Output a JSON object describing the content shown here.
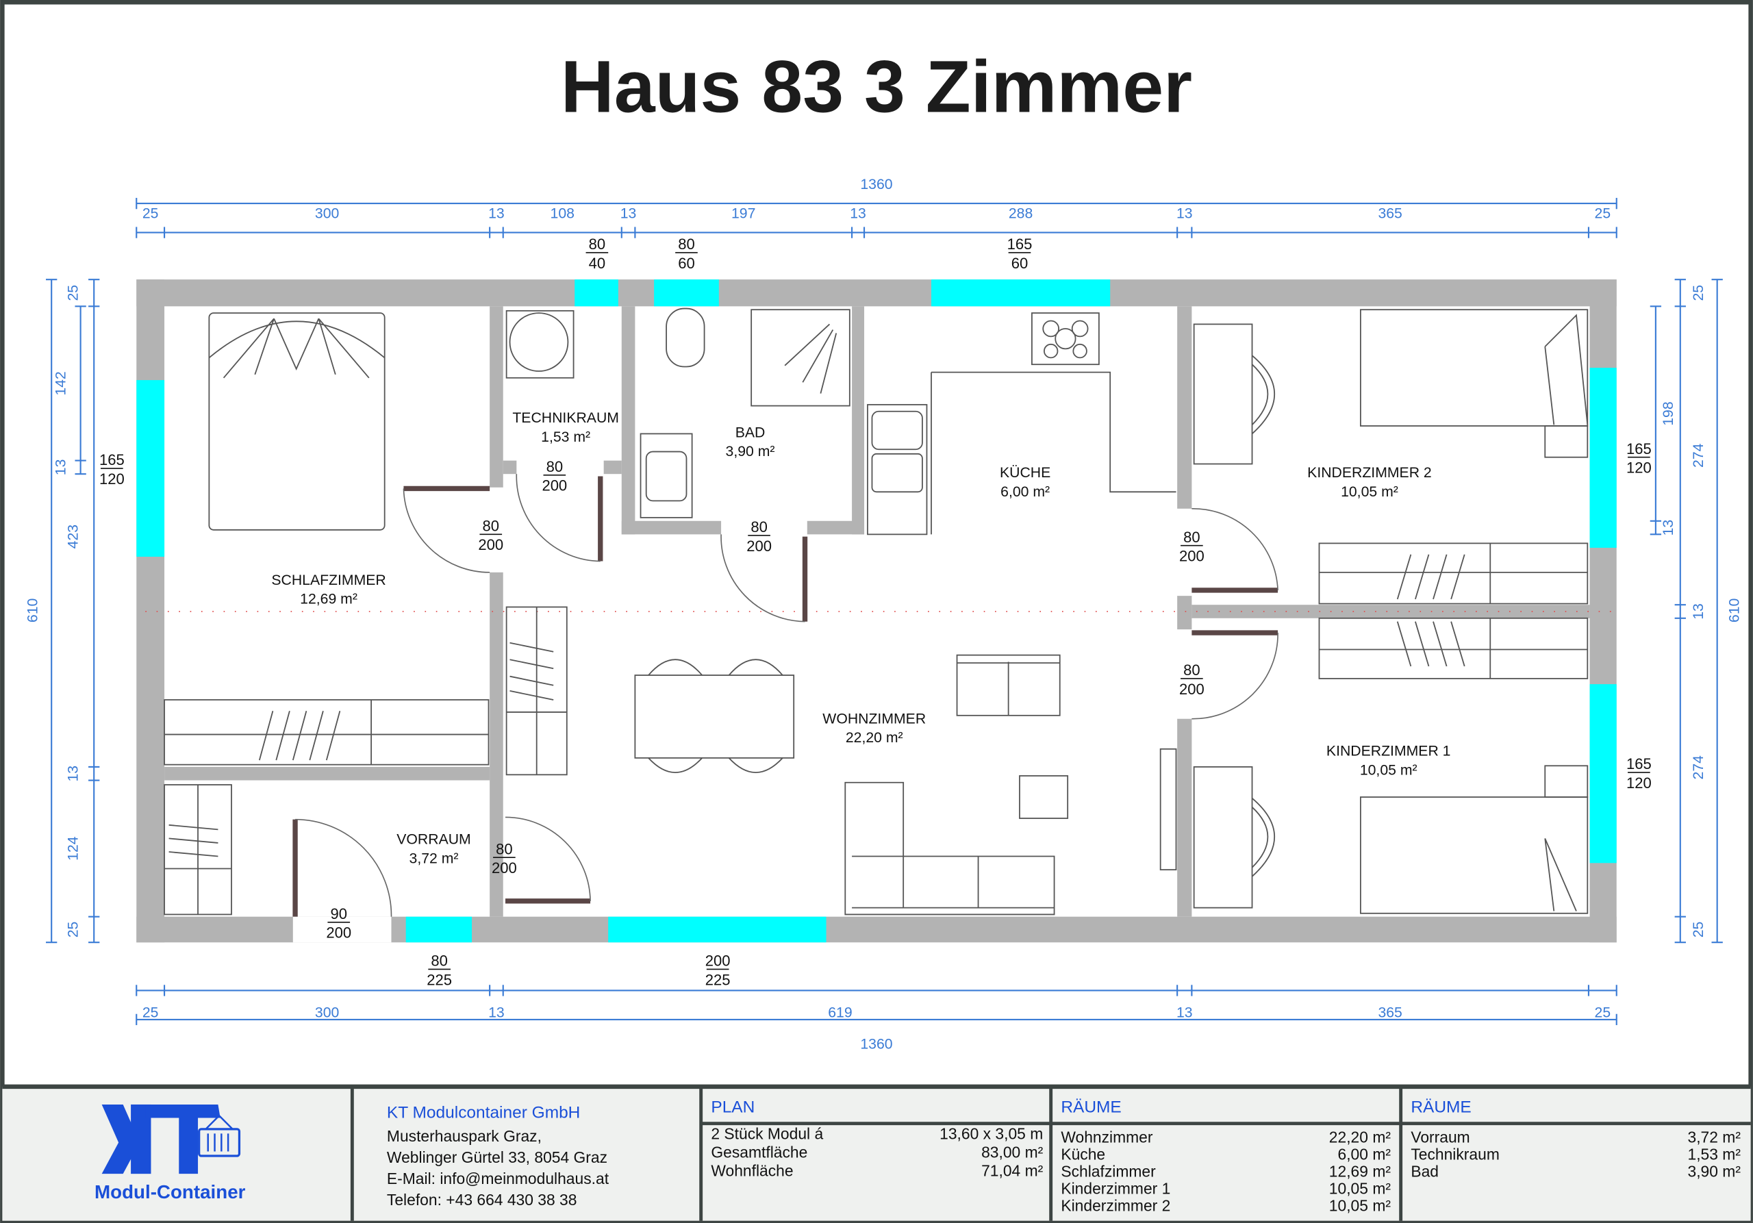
{
  "title": "Haus 83 3 Zimmer",
  "dimensions": {
    "top_total": "1360",
    "top_segments": [
      "25",
      "300",
      "13",
      "108",
      "13",
      "197",
      "13",
      "288",
      "13",
      "365",
      "25"
    ],
    "bottom_segments": [
      "25",
      "300",
      "13",
      "619",
      "13",
      "365",
      "25"
    ],
    "bottom_total": "1360",
    "left_total": "610",
    "left_main": [
      "25",
      "423",
      "13",
      "124",
      "25"
    ],
    "left_short": [
      "142",
      "13"
    ],
    "right_total": "610",
    "right_main": [
      "25",
      "274",
      "13",
      "274",
      "25"
    ],
    "right_short": [
      "198",
      "13"
    ]
  },
  "openings": [
    {
      "top": "80",
      "bottom": "40"
    },
    {
      "top": "80",
      "bottom": "60"
    },
    {
      "top": "165",
      "bottom": "60"
    },
    {
      "top": "165",
      "bottom": "120"
    },
    {
      "top": "165",
      "bottom": "120"
    },
    {
      "top": "165",
      "bottom": "120"
    },
    {
      "top": "80",
      "bottom": "200"
    },
    {
      "top": "80",
      "bottom": "200"
    },
    {
      "top": "80",
      "bottom": "200"
    },
    {
      "top": "80",
      "bottom": "200"
    },
    {
      "top": "80",
      "bottom": "200"
    },
    {
      "top": "80",
      "bottom": "200"
    },
    {
      "top": "90",
      "bottom": "200"
    },
    {
      "top": "80",
      "bottom": "225"
    },
    {
      "top": "200",
      "bottom": "225"
    }
  ],
  "rooms": [
    {
      "name": "SCHLAFZIMMER",
      "area": "12,69 m²"
    },
    {
      "name": "TECHNIKRAUM",
      "area": "1,53 m²"
    },
    {
      "name": "BAD",
      "area": "3,90 m²"
    },
    {
      "name": "KÜCHE",
      "area": "6,00 m²"
    },
    {
      "name": "KINDERZIMMER 2",
      "area": "10,05 m²"
    },
    {
      "name": "WOHNZIMMER",
      "area": "22,20 m²"
    },
    {
      "name": "KINDERZIMMER 1",
      "area": "10,05 m²"
    },
    {
      "name": "VORRAUM",
      "area": "3,72 m²"
    }
  ],
  "footer": {
    "logo_text": "Modul-Container",
    "company": {
      "name": "KT Modulcontainer GmbH",
      "lines": [
        "Musterhauspark Graz,",
        "Weblinger Gürtel 33, 8054 Graz",
        "E-Mail: info@meinmodulhaus.at",
        "Telefon: +43 664 430 38 38"
      ]
    },
    "plan": {
      "header": "PLAN",
      "rows": [
        {
          "label": "2 Stück Modul á",
          "value": "13,60 x 3,05 m"
        },
        {
          "label": "Gesamtfläche",
          "value": "83,00 m²"
        },
        {
          "label": "Wohnfläche",
          "value": "71,04 m²"
        }
      ]
    },
    "rooms1": {
      "header": "RÄUME",
      "rows": [
        {
          "label": "Wohnzimmer",
          "value": "22,20 m²"
        },
        {
          "label": "Küche",
          "value": "6,00 m²"
        },
        {
          "label": "Schlafzimmer",
          "value": "12,69 m²"
        },
        {
          "label": "Kinderzimmer 1",
          "value": "10,05 m²"
        },
        {
          "label": "Kinderzimmer 2",
          "value": "10,05 m²"
        }
      ]
    },
    "rooms2": {
      "header": "RÄUME",
      "rows": [
        {
          "label": "Vorraum",
          "value": "3,72 m²"
        },
        {
          "label": "Technikraum",
          "value": "1,53 m²"
        },
        {
          "label": "Bad",
          "value": "3,90 m²"
        }
      ]
    }
  },
  "colors": {
    "dimension": "#3a7bd5",
    "window": "#00ffff",
    "wall": "#b3b3b3",
    "brand": "#1a4fd8",
    "frame": "#3d4543"
  }
}
